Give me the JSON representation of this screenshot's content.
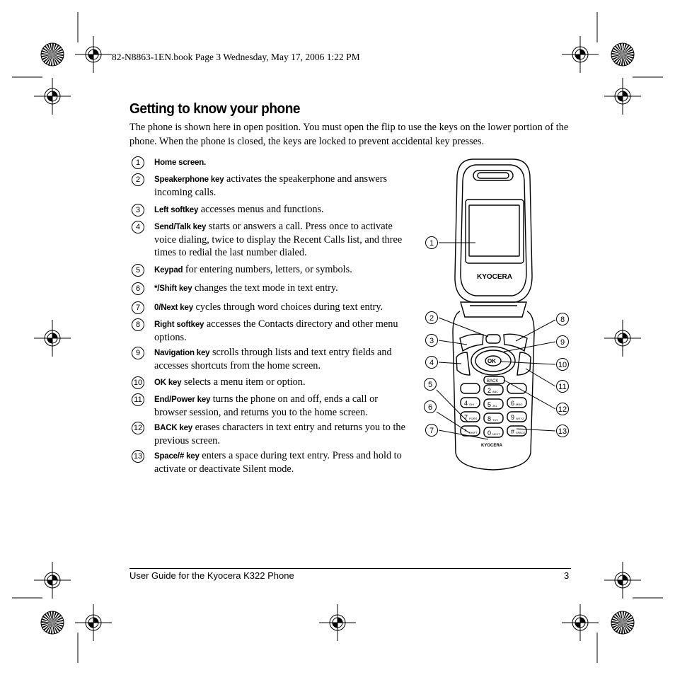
{
  "slug": "82-N8863-1EN.book  Page 3  Wednesday, May 17, 2006  1:22 PM",
  "title": "Getting to know your phone",
  "intro": "The phone is shown here in open position. You must open the flip to use the keys on the lower portion of the phone. When the phone is closed, the keys are locked to prevent accidental key presses.",
  "items": [
    {
      "num": "1",
      "key": "Home screen.",
      "text": ""
    },
    {
      "num": "2",
      "key": "Speakerphone key",
      "text": " activates the speakerphone and answers incoming calls."
    },
    {
      "num": "3",
      "key": "Left softkey",
      "text": " accesses menus and functions."
    },
    {
      "num": "4",
      "key": "Send/Talk key",
      "text": " starts or answers a call. Press once to activate voice dialing, twice to display the Recent Calls list, and three times to redial the last number dialed."
    },
    {
      "num": "5",
      "key": "Keypad",
      "text": " for entering numbers, letters, or symbols."
    },
    {
      "num": "6",
      "key": "*/Shift key",
      "text": " changes the text mode in text entry."
    },
    {
      "num": "7",
      "key": "0/Next key",
      "text": " cycles through word choices during text entry."
    },
    {
      "num": "8",
      "key": "Right softkey",
      "text": " accesses the Contacts directory and other menu options."
    },
    {
      "num": "9",
      "key": "Navigation key",
      "text": " scrolls through lists and text entry fields and accesses shortcuts from the home screen."
    },
    {
      "num": "10",
      "key": "OK key",
      "text": " selects a menu item or option."
    },
    {
      "num": "11",
      "key": "End/Power key",
      "text": " turns the phone on and off, ends a call or browser session, and returns you to the home screen."
    },
    {
      "num": "12",
      "key": "BACK key",
      "text": " erases characters in text entry and returns you to the previous screen."
    },
    {
      "num": "13",
      "key": "Space/# key",
      "text": " enters a space during text entry. Press and hold to activate or deactivate Silent mode."
    }
  ],
  "phone": {
    "brand": "KYOCERA",
    "ok_label": "OK",
    "back_label": "BACK",
    "callouts_left": [
      "1",
      "2",
      "3",
      "4",
      "5",
      "6",
      "7"
    ],
    "callouts_right": [
      "8",
      "9",
      "10",
      "11",
      "12",
      "13"
    ],
    "keys": [
      {
        "main": "4",
        "sub": "GHI"
      },
      {
        "main": "5",
        "sub": "JKL"
      },
      {
        "main": "6",
        "sub": "MNO"
      },
      {
        "main": "7",
        "sub": "PQRS"
      },
      {
        "main": "8",
        "sub": "TUV"
      },
      {
        "main": "9",
        "sub": "WXYZ"
      },
      {
        "main": "*",
        "sub": "SHIFT"
      },
      {
        "main": "0",
        "sub": "NEXT"
      },
      {
        "main": "#",
        "sub": "SPACE"
      },
      {
        "main": "2",
        "sub": "ABC"
      }
    ]
  },
  "footer": {
    "left": "User Guide for the Kyocera K322 Phone",
    "page": "3"
  }
}
